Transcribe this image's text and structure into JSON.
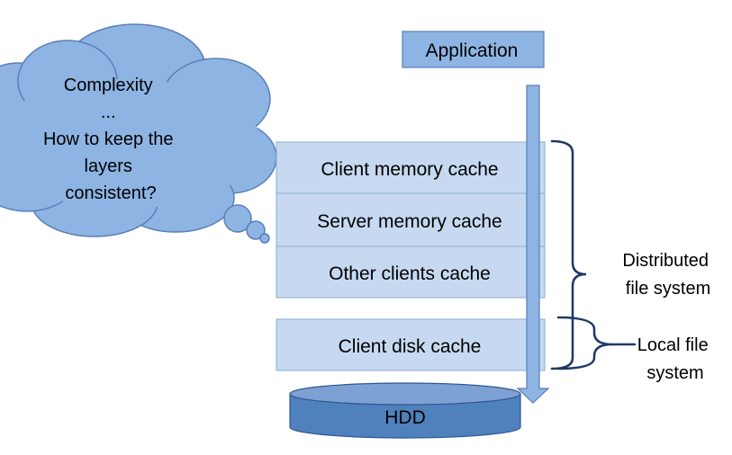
{
  "application": {
    "label": "Application"
  },
  "cache_layers": [
    {
      "label": "Client memory cache"
    },
    {
      "label": "Server memory cache"
    },
    {
      "label": "Other clients cache"
    },
    {
      "label": "Client disk cache"
    }
  ],
  "storage": {
    "label": "HDD"
  },
  "thought_cloud": {
    "lines": [
      "Complexity",
      "...",
      "How to keep the",
      "layers",
      "consistent?"
    ]
  },
  "brackets": {
    "distributed": {
      "lines": [
        "Distributed",
        "file system"
      ]
    },
    "local": {
      "lines": [
        "Local file",
        "system"
      ]
    }
  },
  "colors": {
    "box_fill": "#c6d9f1",
    "box_stroke": "#8eaad4",
    "application_fill": "#8eb4e3",
    "arrow_fill": "#8eb4e3",
    "cloud_fill": "#8eb4e3",
    "hdd_fill": "#4f81bd",
    "bracket": "#1f3864"
  }
}
